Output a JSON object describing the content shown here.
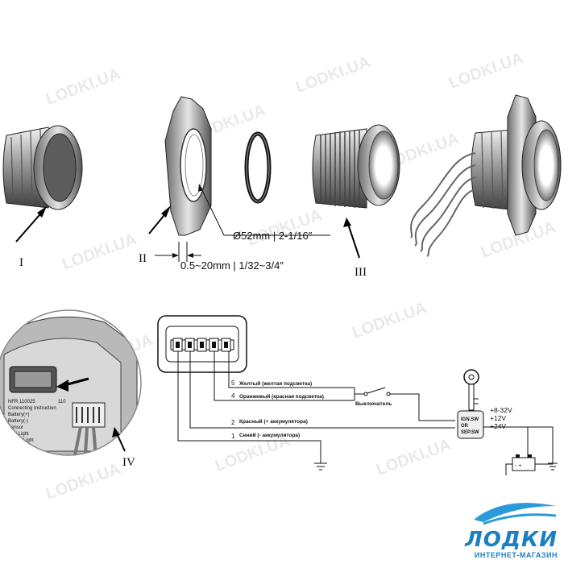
{
  "watermark": "LODKI.UA",
  "parts": {
    "label_1": "I",
    "label_2": "II",
    "label_3": "III",
    "label_4": "IV"
  },
  "dimensions": {
    "hole_diameter": "Ø52mm | 2-1/16″",
    "panel_thickness": "0.5~20mm | 1/32~3/4″"
  },
  "connector_closeup": {
    "line1": "NFR 110025",
    "line2": "Connecting Instruction",
    "line3": "Yellow Light",
    "line4": "Red Light",
    "line5": "Battery(-)",
    "line6": "Sensor",
    "line7": "Battery(+)",
    "line8": "110"
  },
  "wiring": {
    "wires": [
      {
        "number": "5",
        "label": "Желтый (желтая подсветка)"
      },
      {
        "number": "4",
        "label": "Оранжевый (красная подсветка)"
      },
      {
        "number": "2",
        "label": "Красный (+ аккумулятора)"
      },
      {
        "number": "1",
        "label": "Синий (- аккумулятора)"
      }
    ],
    "switch_label": "Выключатель",
    "ignition_box": [
      "IGN.SW",
      "OR",
      "SEP.SW"
    ],
    "voltages": [
      "+8-32V",
      "+12V",
      "+24V"
    ]
  },
  "brand": {
    "name": "ЛОДКИ",
    "subtitle": "ИНТЕРНЕТ-МАГАЗИН"
  }
}
